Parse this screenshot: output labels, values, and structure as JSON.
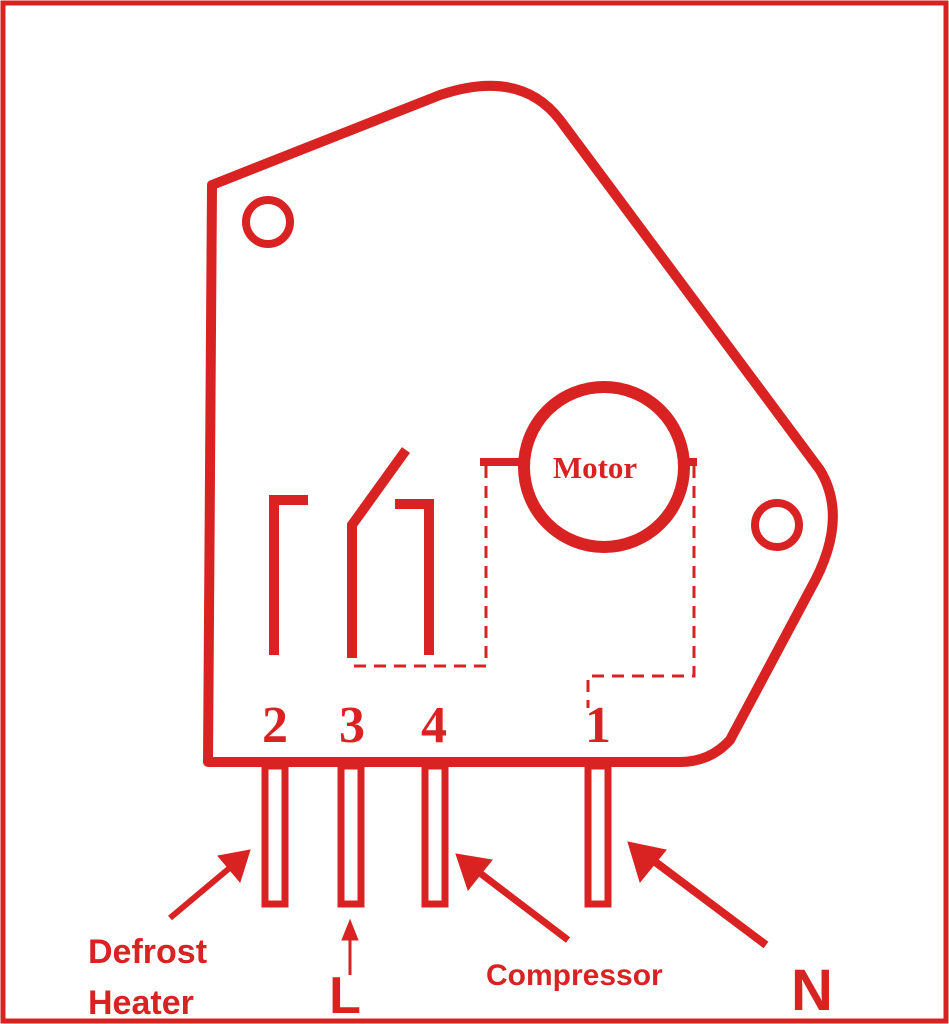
{
  "colors": {
    "accent": "#d92323",
    "background": "#ffffff"
  },
  "diagram": {
    "motor_label": "Motor",
    "terminals": [
      {
        "number": "2",
        "label": "Defrost Heater"
      },
      {
        "number": "3",
        "label": "L"
      },
      {
        "number": "4",
        "label": "Compressor"
      },
      {
        "number": "1",
        "label": "N"
      }
    ],
    "labels": {
      "defrost_line1": "Defrost",
      "defrost_line2": "Heater",
      "line": "L",
      "compressor": "Compressor",
      "neutral": "N"
    }
  }
}
